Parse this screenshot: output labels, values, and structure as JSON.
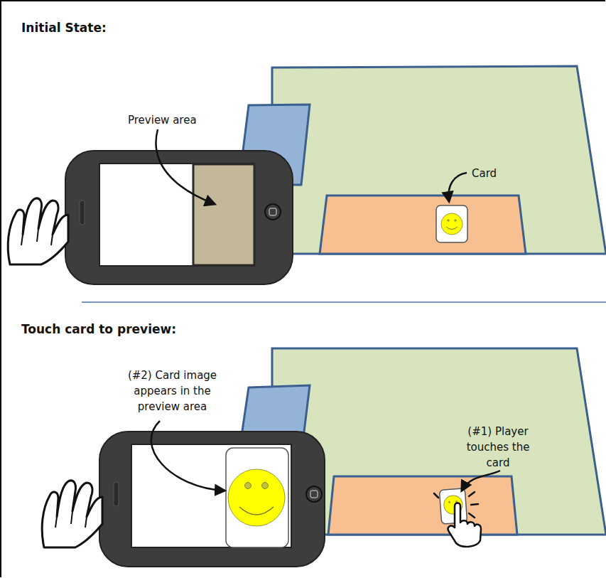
{
  "diagram": {
    "labels": [
      "Initial State:",
      "Preview area",
      "Card",
      "Touch card to preview:",
      "(#2) Card image appears in the preview area",
      "(#1) Player touches the card"
    ]
  }
}
